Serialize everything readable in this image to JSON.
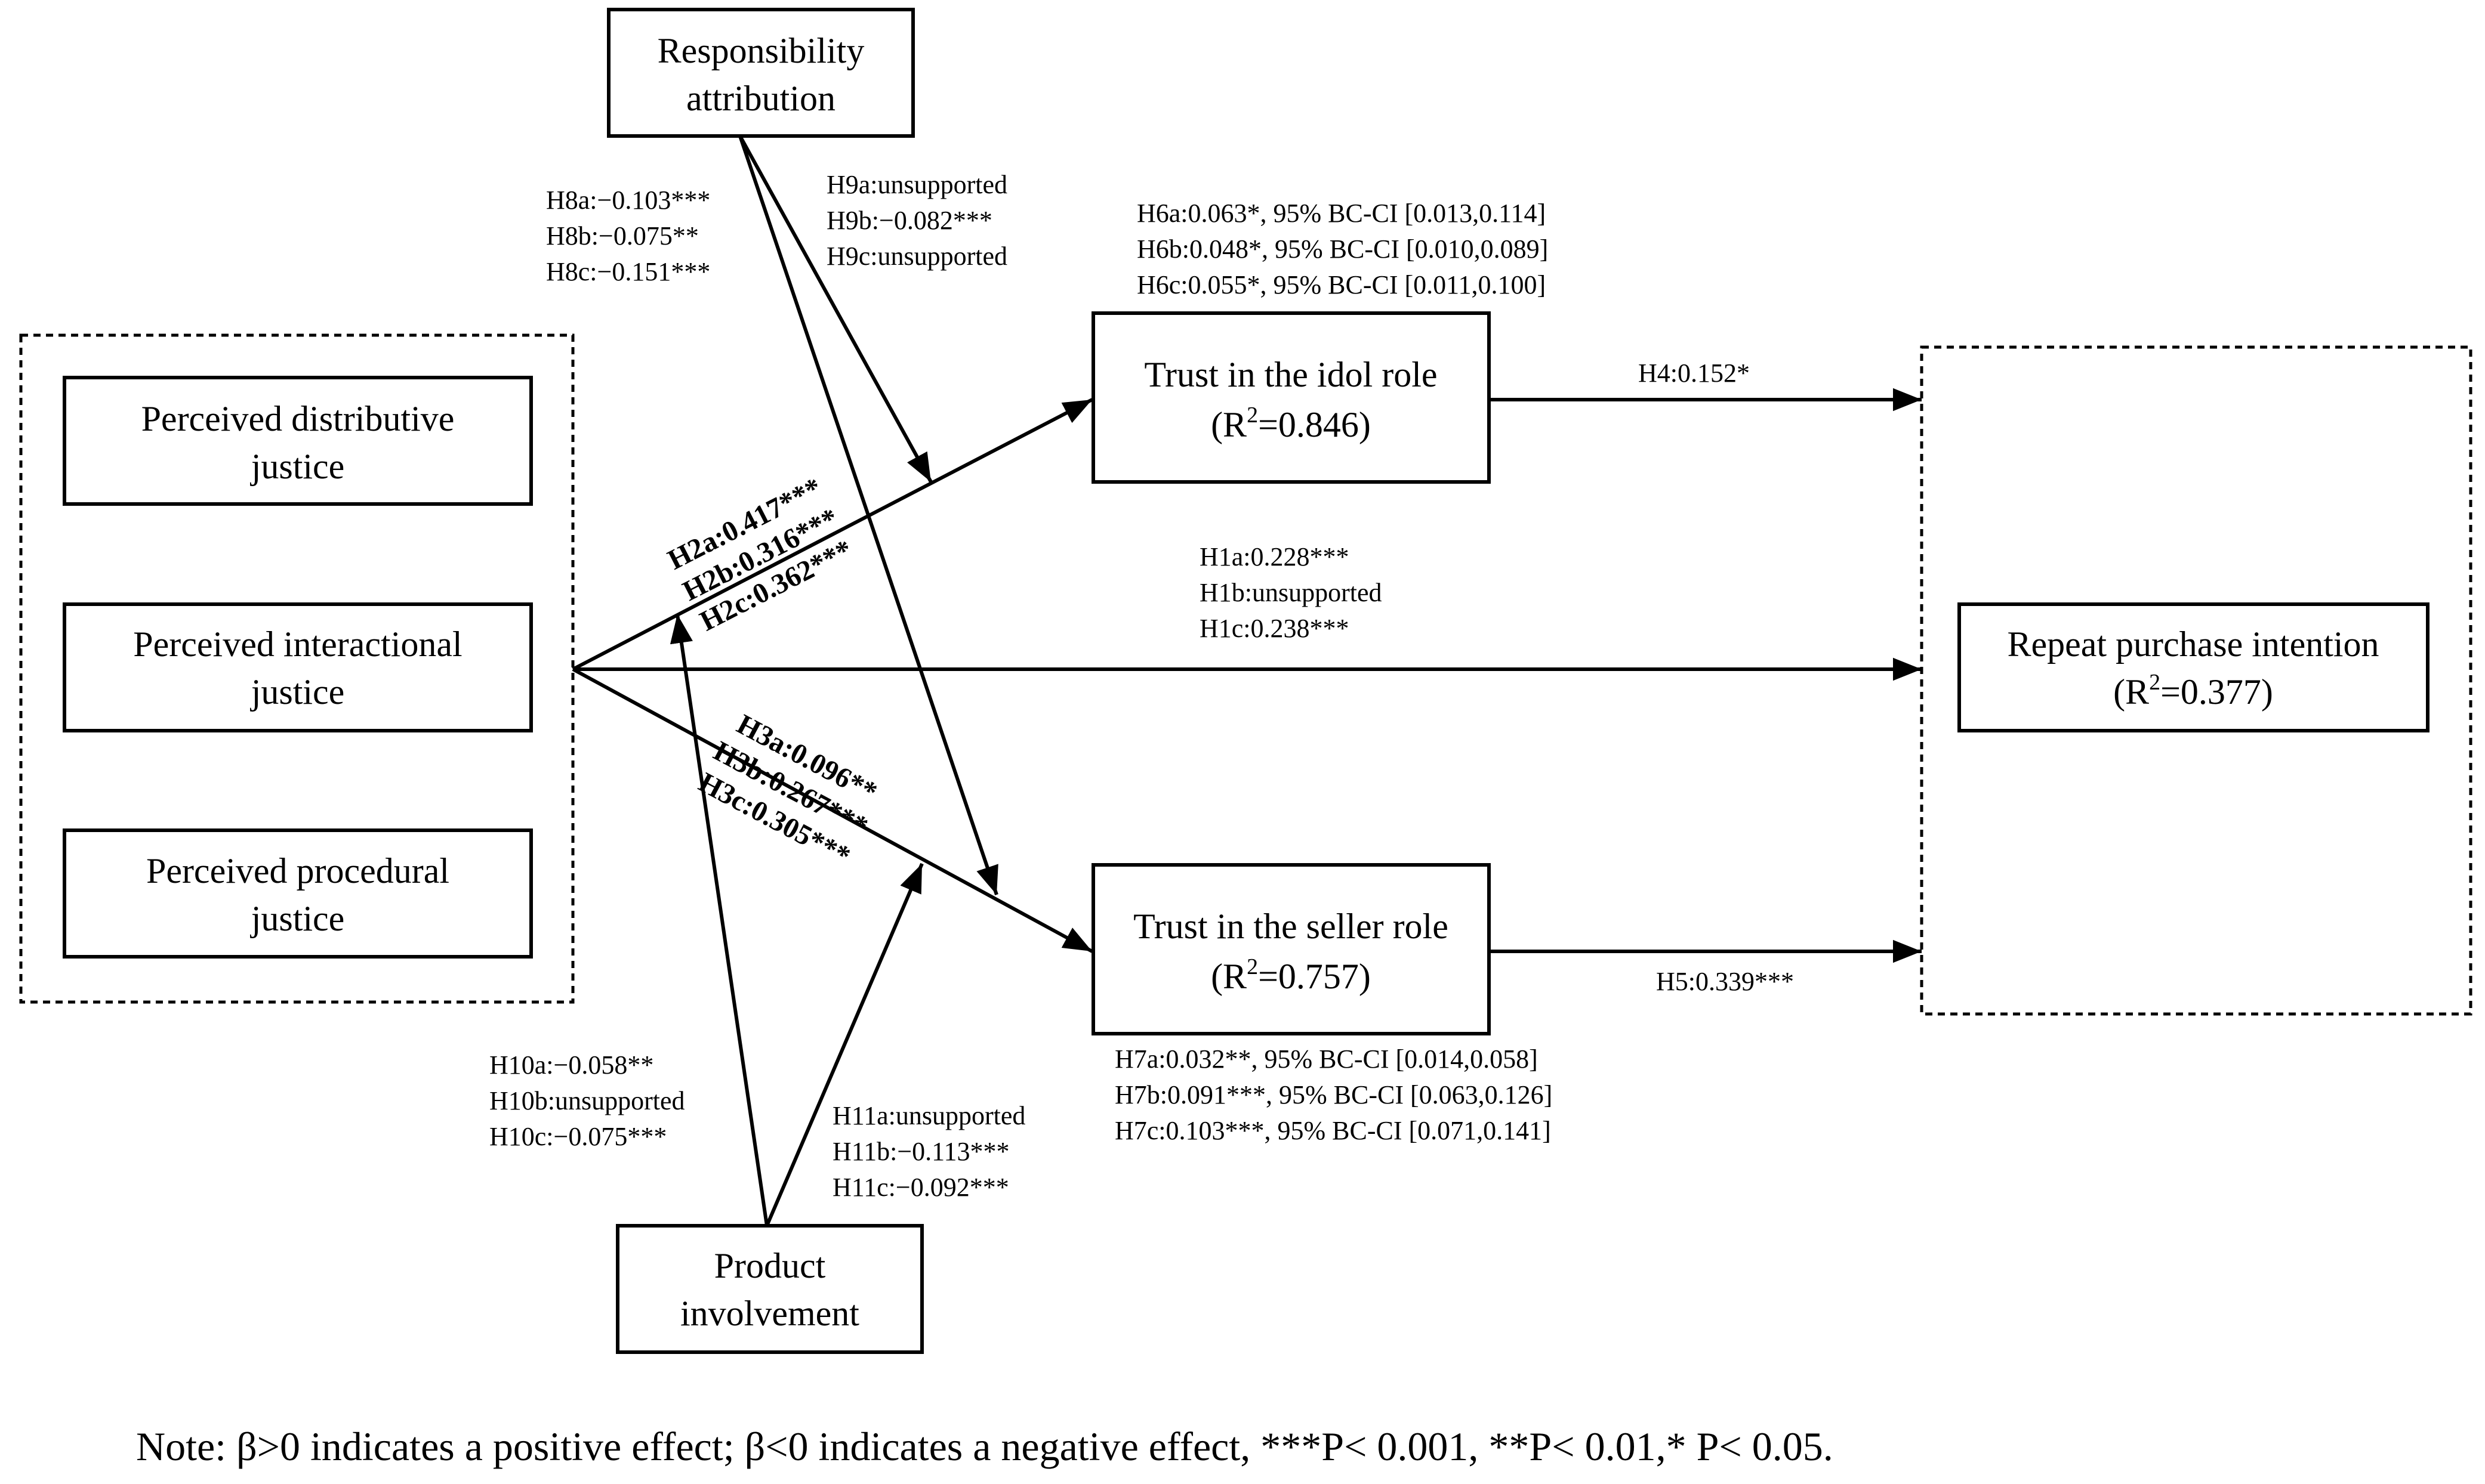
{
  "nodes": {
    "responsibility": [
      "Responsibility",
      "attribution"
    ],
    "distributive": [
      "Perceived distributive",
      "justice"
    ],
    "interactional": [
      "Perceived interactional",
      "justice"
    ],
    "procedural": [
      "Perceived procedural",
      "justice"
    ],
    "idol": [
      "Trust in the idol role",
      "(R",
      "2",
      "=0.846)"
    ],
    "seller": [
      "Trust in the seller role",
      "(R",
      "2",
      "=0.757)"
    ],
    "repeat": [
      "Repeat purchase intention",
      "(R",
      "2",
      "=0.377)"
    ],
    "involvement": [
      "Product",
      "involvement"
    ]
  },
  "paths": {
    "h8": [
      "H8a:−0.103***",
      "H8b:−0.075**",
      "H8c:−0.151***"
    ],
    "h9": [
      "H9a:unsupported",
      "H9b:−0.082***",
      "H9c:unsupported"
    ],
    "h6": [
      "H6a:0.063*, 95% BC-CI [0.013,0.114]",
      "H6b:0.048*, 95% BC-CI [0.010,0.089]",
      "H6c:0.055*, 95% BC-CI [0.011,0.100]"
    ],
    "h4": "H4:0.152*",
    "h2": [
      "H2a:0.417***",
      "H2b:0.316***",
      "H2c:0.362***"
    ],
    "h1": [
      "H1a:0.228***",
      "H1b:unsupported",
      "H1c:0.238***"
    ],
    "h3": [
      "H3a:0.096**",
      "H3b:0.267***",
      "H3c:0.305***"
    ],
    "h5": "H5:0.339***",
    "h7": [
      "H7a:0.032**, 95% BC-CI [0.014,0.058]",
      "H7b:0.091***, 95% BC-CI [0.063,0.126]",
      "H7c:0.103***, 95% BC-CI [0.071,0.141]"
    ],
    "h10": [
      "H10a:−0.058**",
      "H10b:unsupported",
      "H10c:−0.075***"
    ],
    "h11": [
      "H11a:unsupported",
      "H11b:−0.113***",
      "H11c:−0.092***"
    ]
  },
  "note": "Note: β>0 indicates a positive effect; β<0 indicates a negative effect, ***P< 0.001, **P< 0.01,* P< 0.05."
}
